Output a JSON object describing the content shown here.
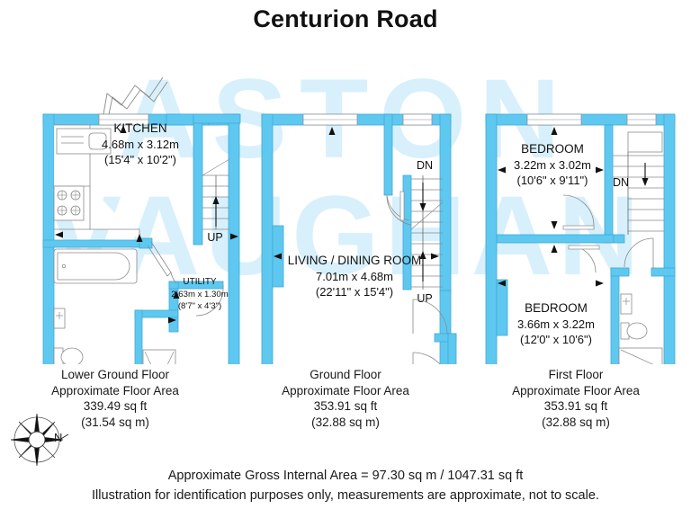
{
  "title": "Centurion Road",
  "watermark": {
    "line1": "ASTON",
    "line2": "VAUGHAN",
    "color": "#d8f0fb"
  },
  "colors": {
    "wall": "#5ec8f0",
    "wall_stroke": "#3fa9d6",
    "fixture_stroke": "#8a8a8a",
    "text": "#1a1a1a",
    "background": "#ffffff"
  },
  "floors": [
    {
      "id": "lower-ground-floor",
      "name": "Lower Ground Floor",
      "area_label": "Approximate Floor Area",
      "area_sqft": "339.49 sq ft",
      "area_sqm": "(31.54 sq m)",
      "rooms": [
        {
          "name": "KITCHEN",
          "dim_metric": "4.68m x 3.12m",
          "dim_imperial": "(15'4\" x 10'2\")"
        },
        {
          "name": "UTILITY",
          "dim_metric": "2.63m x 1.30m",
          "dim_imperial": "(8'7\" x 4'3\")"
        }
      ],
      "stair_labels": [
        "UP"
      ],
      "fixtures": [
        "sink",
        "hob",
        "bath",
        "wash-basin",
        "toilet",
        "shower"
      ]
    },
    {
      "id": "ground-floor",
      "name": "Ground Floor",
      "area_label": "Approximate Floor Area",
      "area_sqft": "353.91 sq ft",
      "area_sqm": "(32.88 sq m)",
      "rooms": [
        {
          "name": "LIVING / DINING ROOM",
          "dim_metric": "7.01m x 4.68m",
          "dim_imperial": "(22'11\" x 15'4\")"
        }
      ],
      "stair_labels": [
        "DN",
        "UP"
      ],
      "fixtures": []
    },
    {
      "id": "first-floor",
      "name": "First Floor",
      "area_label": "Approximate Floor Area",
      "area_sqft": "353.91 sq ft",
      "area_sqm": "(32.88 sq m)",
      "rooms": [
        {
          "name": "BEDROOM",
          "dim_metric": "3.22m x 3.02m",
          "dim_imperial": "(10'6\" x 9'11\")"
        },
        {
          "name": "BEDROOM",
          "dim_metric": "3.66m x 3.22m",
          "dim_imperial": "(12'0\" x 10'6\")"
        }
      ],
      "stair_labels": [
        "DN"
      ],
      "fixtures": [
        "wash-basin",
        "toilet",
        "shower"
      ]
    }
  ],
  "footer": {
    "gross_area": "Approximate Gross Internal Area = 97.30 sq m / 1047.31 sq ft",
    "disclaimer": "Illustration for identification purposes only, measurements are approximate, not to scale."
  },
  "compass": {
    "label": "N"
  }
}
